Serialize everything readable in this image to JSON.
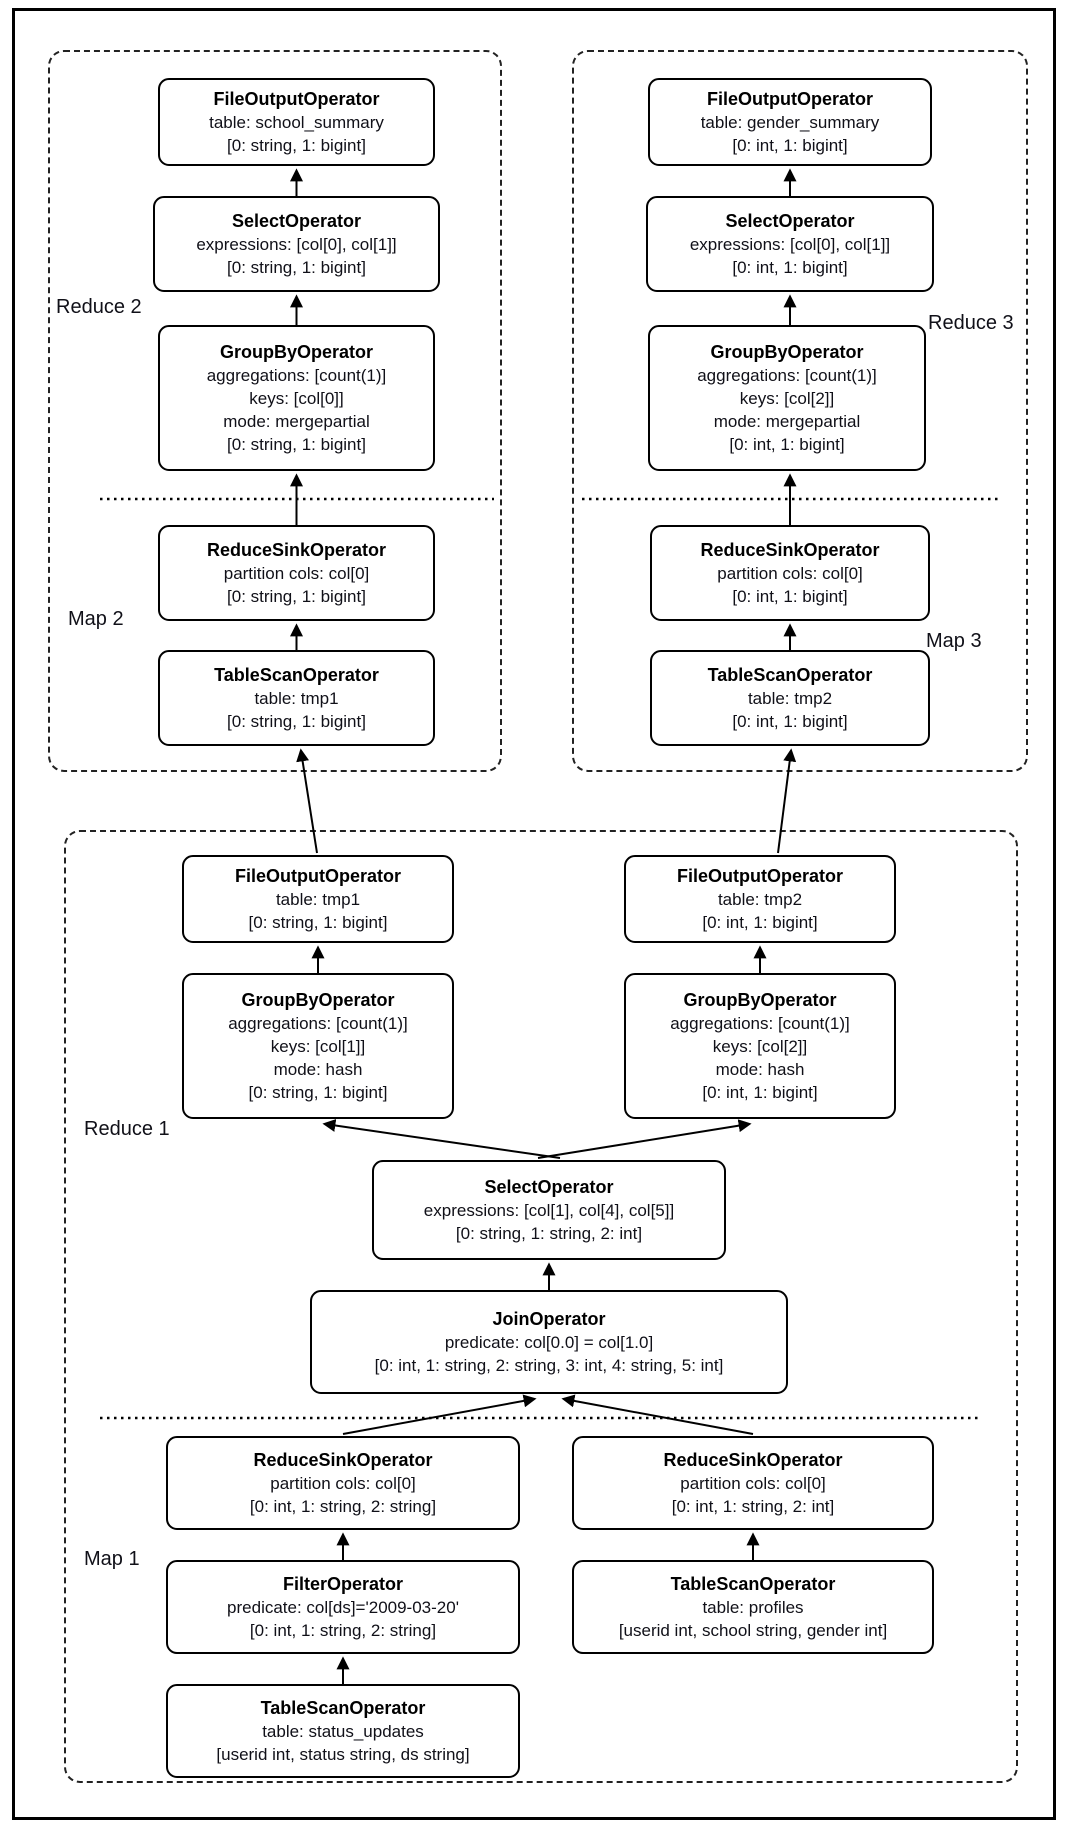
{
  "figure": {
    "description": "Hive query plan diagram with Map/Reduce stages",
    "colors": {
      "box_border": "#000000",
      "box_fill": "#ffffff",
      "text": "#101018",
      "frame": "#000000"
    },
    "labels": [
      {
        "id": "label-reduce2",
        "text": "Reduce 2"
      },
      {
        "id": "label-map2",
        "text": "Map 2"
      },
      {
        "id": "label-reduce3",
        "text": "Reduce 3"
      },
      {
        "id": "label-map3",
        "text": "Map 3"
      },
      {
        "id": "label-reduce1",
        "text": "Reduce 1"
      },
      {
        "id": "label-map1",
        "text": "Map 1"
      }
    ],
    "nodes": [
      {
        "id": "r2-fo",
        "title": "FileOutputOperator",
        "lines": [
          "table: school_summary",
          "[0: string, 1: bigint]"
        ]
      },
      {
        "id": "r2-sel",
        "title": "SelectOperator",
        "lines": [
          "expressions: [col[0], col[1]]",
          "[0: string, 1: bigint]"
        ]
      },
      {
        "id": "r2-gb",
        "title": "GroupByOperator",
        "lines": [
          "aggregations: [count(1)]",
          "keys: [col[0]]",
          "mode: mergepartial",
          "[0: string, 1: bigint]"
        ]
      },
      {
        "id": "m2-rs",
        "title": "ReduceSinkOperator",
        "lines": [
          "partition cols: col[0]",
          "[0: string, 1: bigint]"
        ]
      },
      {
        "id": "m2-ts",
        "title": "TableScanOperator",
        "lines": [
          "table: tmp1",
          "[0: string, 1: bigint]"
        ]
      },
      {
        "id": "r3-fo",
        "title": "FileOutputOperator",
        "lines": [
          "table: gender_summary",
          "[0: int, 1: bigint]"
        ]
      },
      {
        "id": "r3-sel",
        "title": "SelectOperator",
        "lines": [
          "expressions: [col[0], col[1]]",
          "[0: int, 1: bigint]"
        ]
      },
      {
        "id": "r3-gb",
        "title": "GroupByOperator",
        "lines": [
          "aggregations: [count(1)]",
          "keys: [col[2]]",
          "mode: mergepartial",
          "[0: int, 1: bigint]"
        ]
      },
      {
        "id": "m3-rs",
        "title": "ReduceSinkOperator",
        "lines": [
          "partition cols: col[0]",
          "[0: int, 1: bigint]"
        ]
      },
      {
        "id": "m3-ts",
        "title": "TableScanOperator",
        "lines": [
          "table: tmp2",
          "[0: int, 1: bigint]"
        ]
      },
      {
        "id": "r1-fo1",
        "title": "FileOutputOperator",
        "lines": [
          "table: tmp1",
          "[0: string, 1: bigint]"
        ]
      },
      {
        "id": "r1-fo2",
        "title": "FileOutputOperator",
        "lines": [
          "table: tmp2",
          "[0: int, 1: bigint]"
        ]
      },
      {
        "id": "r1-gb1",
        "title": "GroupByOperator",
        "lines": [
          "aggregations: [count(1)]",
          "keys: [col[1]]",
          "mode: hash",
          "[0: string, 1: bigint]"
        ]
      },
      {
        "id": "r1-gb2",
        "title": "GroupByOperator",
        "lines": [
          "aggregations: [count(1)]",
          "keys: [col[2]]",
          "mode: hash",
          "[0: int, 1: bigint]"
        ]
      },
      {
        "id": "r1-sel",
        "title": "SelectOperator",
        "lines": [
          "expressions: [col[1], col[4], col[5]]",
          "[0: string, 1: string, 2: int]"
        ]
      },
      {
        "id": "r1-join",
        "title": "JoinOperator",
        "lines": [
          "predicate: col[0.0] = col[1.0]",
          "[0: int, 1: string, 2: string, 3: int, 4: string, 5: int]"
        ]
      },
      {
        "id": "m1-rs1",
        "title": "ReduceSinkOperator",
        "lines": [
          "partition cols: col[0]",
          "[0: int, 1: string, 2: string]"
        ]
      },
      {
        "id": "m1-rs2",
        "title": "ReduceSinkOperator",
        "lines": [
          "partition cols: col[0]",
          "[0: int, 1: string, 2: int]"
        ]
      },
      {
        "id": "m1-filter",
        "title": "FilterOperator",
        "lines": [
          "predicate: col[ds]='2009-03-20'",
          "[0: int, 1: string, 2: string]"
        ]
      },
      {
        "id": "m1-ts2",
        "title": "TableScanOperator",
        "lines": [
          "table: profiles",
          "[userid int, school string, gender int]"
        ]
      },
      {
        "id": "m1-ts1",
        "title": "TableScanOperator",
        "lines": [
          "table: status_updates",
          "[userid int, status string, ds string]"
        ]
      }
    ]
  }
}
